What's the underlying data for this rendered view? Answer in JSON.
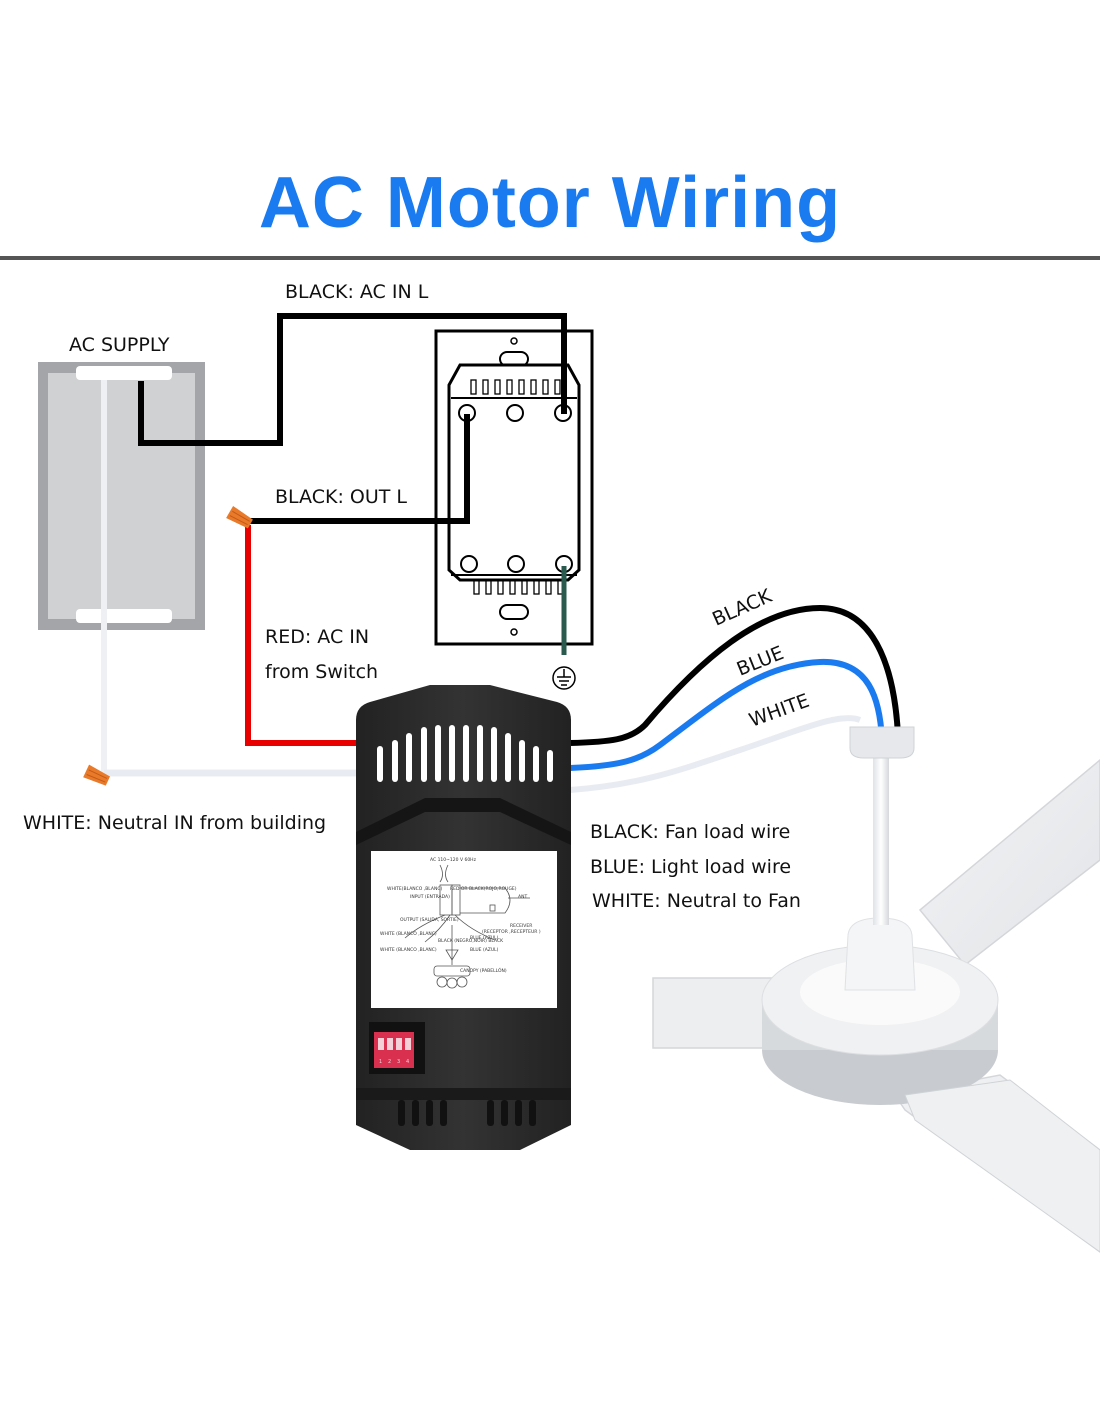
{
  "title": "AC Motor Wiring",
  "colors": {
    "title": "#1a7bf0",
    "black_wire": "#000000",
    "red_wire": "#e80000",
    "blue_wire": "#1a7bf0",
    "white_wire": "#e8ecf2",
    "ground_wire": "#2a5a4e",
    "wire_nut": "#e87a2a",
    "receiver_body": "#2a2a2a",
    "dip_switch": "#d8304e"
  },
  "labels": {
    "ac_supply": "AC SUPPLY",
    "black_ac_in": "BLACK: AC IN L",
    "black_out": "BLACK: OUT L",
    "red_ac_in_line1": "RED: AC IN",
    "red_ac_in_line2": "from Switch",
    "white_neutral_in": "WHITE: Neutral IN from building",
    "curve_black": "BLACK",
    "curve_blue": "BLUE",
    "curve_white": "WHITE"
  },
  "legend": [
    {
      "text": "BLACK: Fan load wire"
    },
    {
      "text": "BLUE: Light load wire"
    },
    {
      "text": "WHITE: Neutral to Fan"
    }
  ],
  "receiver_sticker": {
    "voltage": "AC 110~120 V 60Hz",
    "white_in": "WHITE(BLANCO ,BLANC)",
    "red_black": "RED OR BLACK(ROJO,ROUGE)",
    "input": "INPUT (ENTRADA)",
    "ant": "ANT",
    "output": "OUTPUT (SALIDA, SORTIE)",
    "receiver": "RECEIVER",
    "receptor": "(RECEPTOR ,RECEPTEUR )",
    "white_out1": "WHITE (BLANCO ,BLANC)",
    "white_out2": "WHITE (BLANCO ,BLANC)",
    "black": "BLACK (NEGRO,NOIR) BLACK",
    "blue1": "BLUE (AZUL)",
    "blue2": "BLUE (AZUL)",
    "canopy": "CANOPY (PABELLÓN)"
  },
  "dip_switch": {
    "positions": [
      "1",
      "2",
      "3",
      "4"
    ]
  },
  "icons": {
    "ground": "ground-symbol-icon",
    "wire_nut": "wire-nut-icon"
  }
}
